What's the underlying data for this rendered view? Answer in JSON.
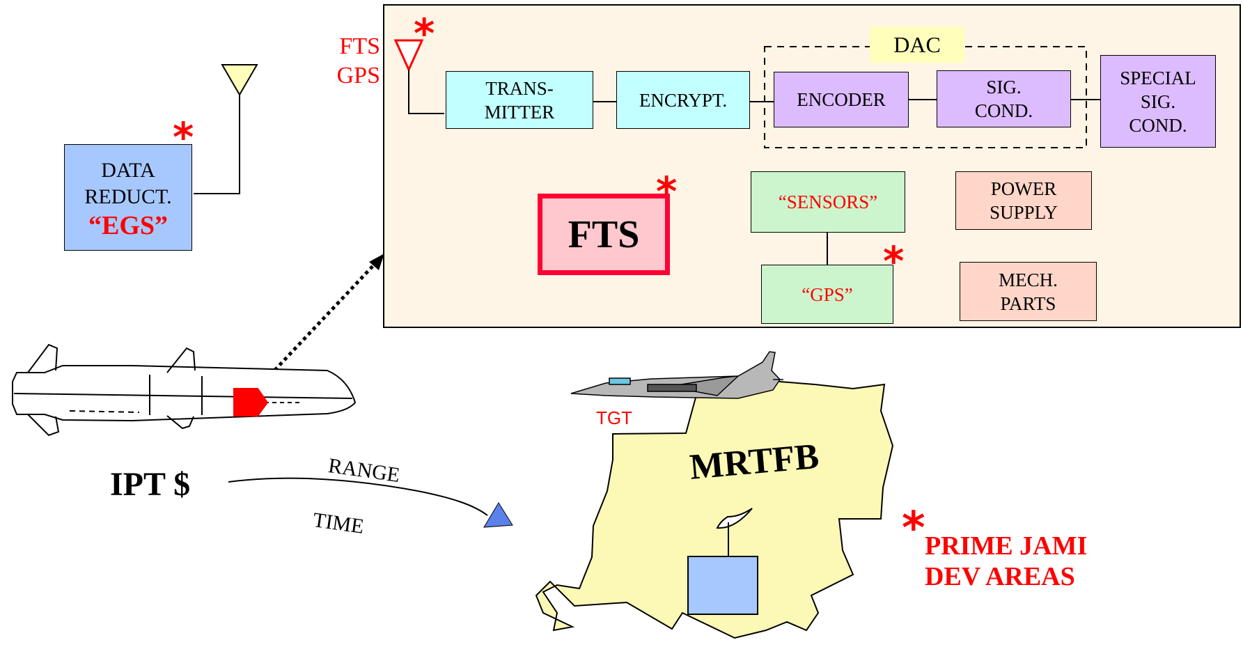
{
  "colors": {
    "panel_bg": "#fff5e6",
    "tx_block": "#c2ffff",
    "dac_block": "#ddbbff",
    "sensor_block": "#cdf5cd",
    "power_block": "#ffd6c8",
    "data_block": "#a6c8ff",
    "fts_fill": "#ffc8cf",
    "fts_border": "#ff0033",
    "land": "#fcf8b6",
    "annotation_red": "#ff0000"
  },
  "panel": {
    "antenna_label": "FTS\nGPS",
    "dac_label": "DAC",
    "blocks": {
      "transmitter": "TRANS-\nMITTER",
      "encrypt": "ENCRYPT.",
      "encoder": "ENCODER",
      "sig_cond": "SIG.\nCOND.",
      "special_sig_cond": "SPECIAL\nSIG.\nCOND.",
      "sensors": "“SENSORS”",
      "gps": "“GPS”",
      "power_supply": "POWER\nSUPPLY",
      "mech_parts": "MECH.\nPARTS",
      "fts": "FTS"
    }
  },
  "ground": {
    "data_reduct": "DATA\nREDUCT.",
    "egs": "“EGS”"
  },
  "flow": {
    "ipt": "IPT $",
    "range": "RANGE",
    "time": "TIME"
  },
  "range_area": {
    "tgt": "TGT",
    "mrtfb": "MRTFB"
  },
  "legend": {
    "asterisk": "*",
    "text": "PRIME JAMI\nDEV AREAS"
  },
  "icons": {
    "antenna": "antenna-icon",
    "missile": "missile-icon",
    "aircraft": "target-aircraft-icon",
    "arrowhead": "arrowhead-icon",
    "dish": "radar-dish-icon"
  }
}
